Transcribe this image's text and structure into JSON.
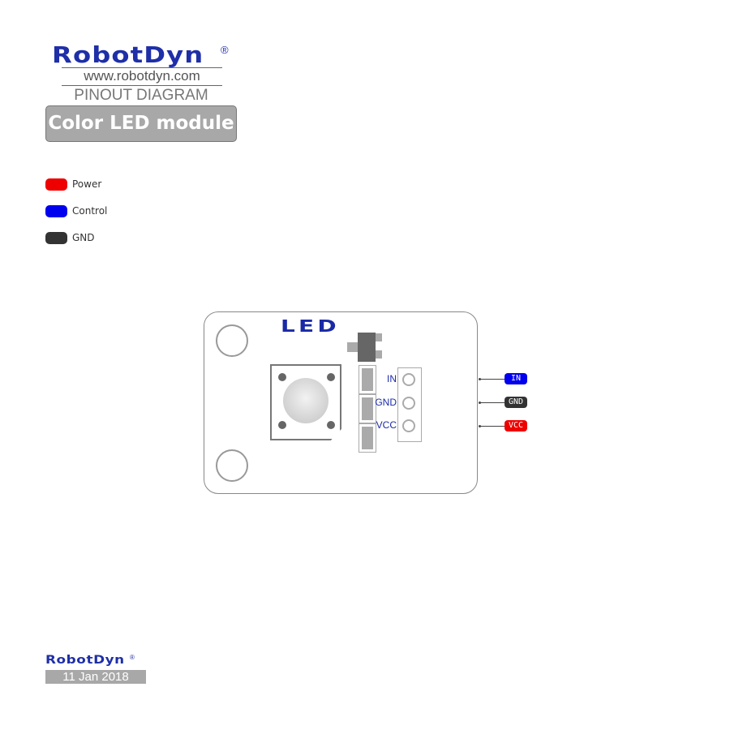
{
  "header": {
    "brand": "RobotDyn",
    "registered": "®",
    "url": "www.robotdyn.com",
    "subtitle": "PINOUT DIAGRAM",
    "module_name": "Color LED module"
  },
  "legend": [
    {
      "label": "Power",
      "color": "#ee0000"
    },
    {
      "label": "Control",
      "color": "#0000ee"
    },
    {
      "label": "GND",
      "color": "#333333"
    }
  ],
  "board": {
    "title": "LED",
    "title_color": "#1a2aa6",
    "pins": [
      {
        "label": "IN",
        "tag": "IN",
        "type": "Control",
        "color": "#0000ee"
      },
      {
        "label": "GND",
        "tag": "GND",
        "type": "GND",
        "color": "#333333"
      },
      {
        "label": "VCC",
        "tag": "VCC",
        "type": "Power",
        "color": "#ee0000"
      }
    ]
  },
  "footer": {
    "brand": "RobotDyn",
    "registered": "®",
    "date": "11 Jan 2018"
  }
}
